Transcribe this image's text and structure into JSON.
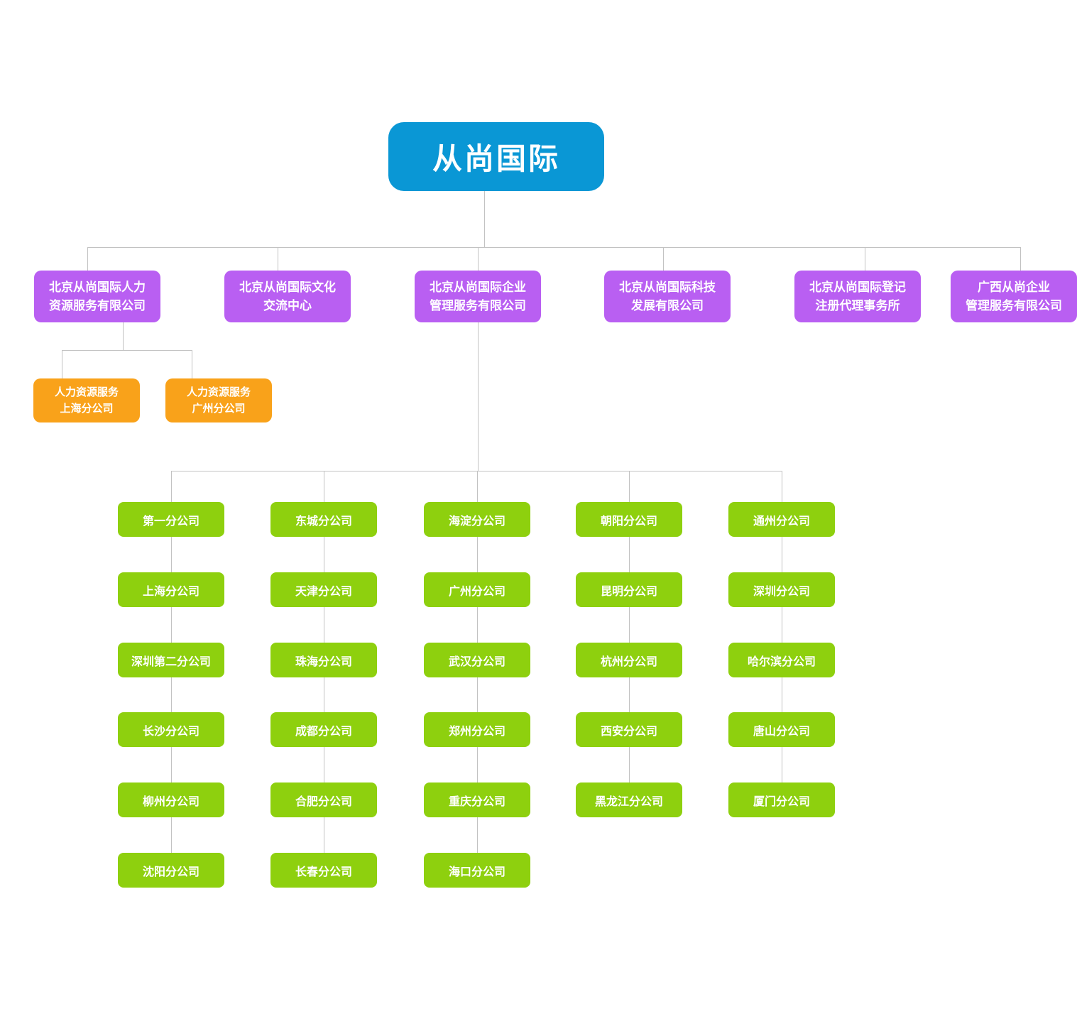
{
  "root": {
    "label": "从尚国际"
  },
  "subsidiaries": [
    {
      "label": "北京从尚国际人力\n资源服务有限公司"
    },
    {
      "label": "北京从尚国际文化\n交流中心"
    },
    {
      "label": "北京从尚国际企业\n管理服务有限公司"
    },
    {
      "label": "北京从尚国际科技\n发展有限公司"
    },
    {
      "label": "北京从尚国际登记\n注册代理事务所"
    },
    {
      "label": "广西从尚企业\n管理服务有限公司"
    }
  ],
  "hr_branches": [
    {
      "label": "人力资源服务\n上海分公司"
    },
    {
      "label": "人力资源服务\n广州分公司"
    }
  ],
  "branch_columns": [
    {
      "items": [
        "第一分公司",
        "上海分公司",
        "深圳第二分公司",
        "长沙分公司",
        "柳州分公司",
        "沈阳分公司"
      ]
    },
    {
      "items": [
        "东城分公司",
        "天津分公司",
        "珠海分公司",
        "成都分公司",
        "合肥分公司",
        "长春分公司"
      ]
    },
    {
      "items": [
        "海淀分公司",
        "广州分公司",
        "武汉分公司",
        "郑州分公司",
        "重庆分公司",
        "海口分公司"
      ]
    },
    {
      "items": [
        "朝阳分公司",
        "昆明分公司",
        "杭州分公司",
        "西安分公司",
        "黑龙江分公司"
      ]
    },
    {
      "items": [
        "通州分公司",
        "深圳分公司",
        "哈尔滨分公司",
        "唐山分公司",
        "厦门分公司"
      ]
    }
  ],
  "colors": {
    "root_box": "#0a97d5",
    "subsidiary_box": "#b95ff2",
    "hr_branch_box": "#f9a21a",
    "branch_box": "#8ed00e",
    "connector": "#c2c2c2",
    "text": "#ffffff"
  }
}
